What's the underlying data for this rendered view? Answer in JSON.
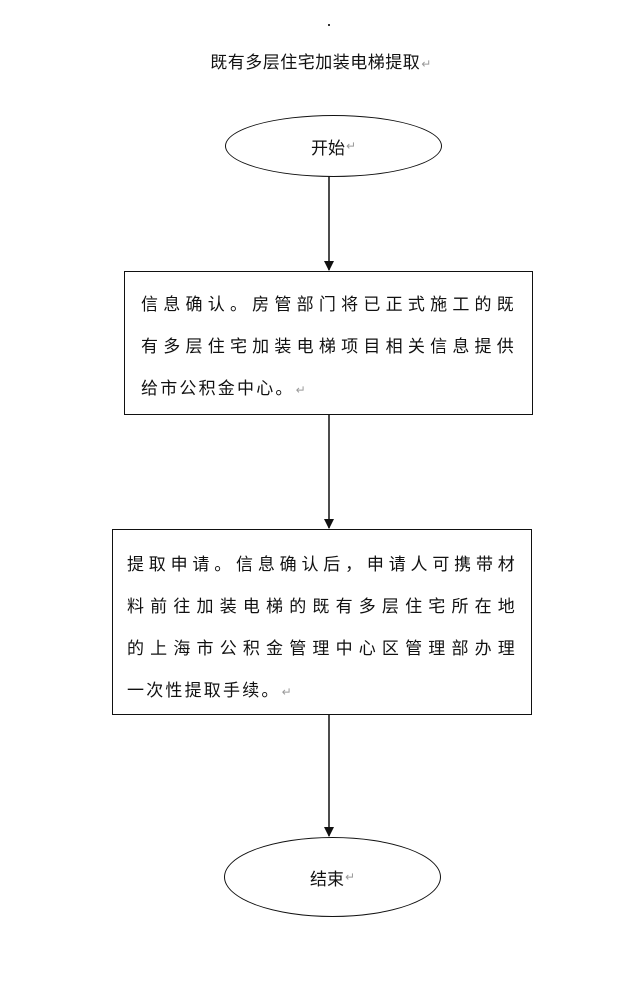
{
  "document": {
    "title": "既有多层住宅加装电梯提取",
    "paragraph_mark": "↵"
  },
  "flowchart": {
    "start": {
      "label": "开始"
    },
    "step1": {
      "lines": [
        "信息确认。房管部门将已正式施工的既",
        "有多层住宅加装电梯项目相关信息提供",
        "给市公积金中心。"
      ]
    },
    "step2": {
      "lines": [
        "提取申请。信息确认后，申请人可携带材",
        "料前往加装电梯的既有多层住宅所在地",
        "的上海市公积金管理中心区管理部办理",
        "一次性提取手续。"
      ]
    },
    "end": {
      "label": "结束"
    }
  }
}
